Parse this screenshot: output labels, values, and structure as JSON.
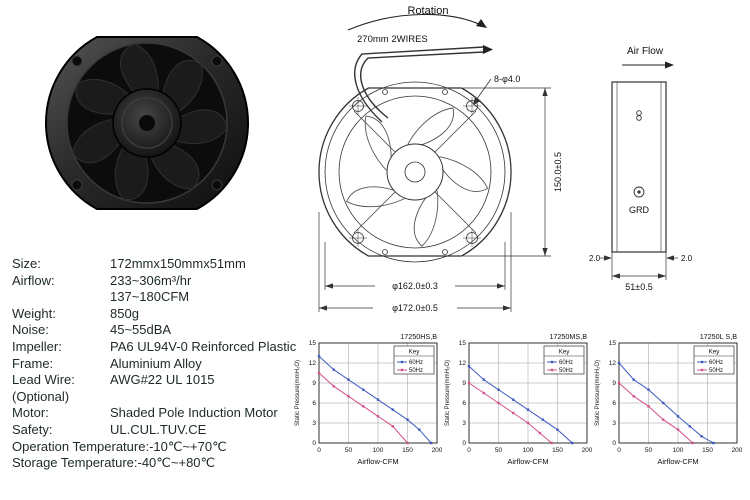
{
  "drawing_front": {
    "rotation_label": "Rotation",
    "wires_label": "270mm  2WIRES",
    "holes_label": "8-φ4.0",
    "height_dim": "150.0±0.5",
    "inner_dia": "φ162.0±0.3",
    "outer_dia": "φ172.0±0.5"
  },
  "drawing_side": {
    "airflow_label": "Air Flow",
    "grd_label": "GRD",
    "left_flange_dim": "2.0",
    "right_flange_dim": "2.0",
    "depth_dim": "51±0.5"
  },
  "specs": {
    "rows": [
      {
        "label": "Size:",
        "value": "172mmx150mmx51mm"
      },
      {
        "label": "Airflow:",
        "value": "233~306m³/hr"
      },
      {
        "label": "",
        "value": "137~180CFM"
      },
      {
        "label": "Weight:",
        "value": "850g"
      },
      {
        "label": "Noise:",
        "value": "45~55dBA"
      },
      {
        "label": "Impeller:",
        "value": "PA6 UL94V-0 Reinforced Plastic"
      },
      {
        "label": "Frame:",
        "value": "Aluminium Alloy"
      },
      {
        "label": "Lead Wire:",
        "value": "AWG#22 UL 1015"
      },
      {
        "label": "(Optional)",
        "value": ""
      },
      {
        "label": "Motor:",
        "value": "Shaded Pole Induction Motor"
      },
      {
        "label": "Safety:",
        "value": "UL.CUL.TUV.CE"
      },
      {
        "label": "Operation Temperature:",
        "value": "-10℃~+70℃"
      },
      {
        "label": "Storage Temperature:",
        "value": "-40℃~+80℃"
      }
    ]
  },
  "chart_axes": {
    "xlim": [
      0,
      200
    ],
    "ylim": [
      0,
      15
    ],
    "xticks": [
      0,
      50,
      100,
      150,
      200
    ],
    "yticks": [
      0,
      3,
      6,
      9,
      12,
      15
    ],
    "xlabel": "Airflow-CFM",
    "ylabel": "Static Pressure(mmH₂O)",
    "legend_title": "Key",
    "grid_on": true,
    "grid_color": "#9a9a9a",
    "legend_position": "top-right"
  },
  "chart_data": [
    {
      "type": "line",
      "title": "17250HS,B",
      "series": [
        {
          "name": "60Hz",
          "color": "#3f5bbf",
          "points": [
            [
              0,
              13
            ],
            [
              25,
              11
            ],
            [
              50,
              9.5
            ],
            [
              75,
              8
            ],
            [
              100,
              6.5
            ],
            [
              125,
              5
            ],
            [
              150,
              3.5
            ],
            [
              170,
              2
            ],
            [
              190,
              0
            ]
          ]
        },
        {
          "name": "50Hz",
          "color": "#d2518e",
          "points": [
            [
              0,
              10.5
            ],
            [
              25,
              8.5
            ],
            [
              50,
              7
            ],
            [
              75,
              5.5
            ],
            [
              100,
              4
            ],
            [
              125,
              2.5
            ],
            [
              150,
              0
            ]
          ]
        }
      ]
    },
    {
      "type": "line",
      "title": "17250MS,B",
      "series": [
        {
          "name": "60Hz",
          "color": "#3f5bbf",
          "points": [
            [
              0,
              11.5
            ],
            [
              25,
              9.5
            ],
            [
              50,
              8
            ],
            [
              75,
              6.5
            ],
            [
              100,
              5
            ],
            [
              125,
              3.5
            ],
            [
              150,
              2
            ],
            [
              175,
              0
            ]
          ]
        },
        {
          "name": "50Hz",
          "color": "#d2518e",
          "points": [
            [
              0,
              9
            ],
            [
              25,
              7.5
            ],
            [
              50,
              6
            ],
            [
              75,
              4.5
            ],
            [
              100,
              3
            ],
            [
              120,
              1.5
            ],
            [
              140,
              0
            ]
          ]
        }
      ]
    },
    {
      "type": "line",
      "title": "17250L S,B",
      "series": [
        {
          "name": "60Hz",
          "color": "#3f5bbf",
          "points": [
            [
              0,
              12
            ],
            [
              25,
              9.5
            ],
            [
              50,
              8
            ],
            [
              75,
              6
            ],
            [
              100,
              4
            ],
            [
              120,
              2.5
            ],
            [
              140,
              1
            ],
            [
              160,
              0
            ]
          ]
        },
        {
          "name": "50Hz",
          "color": "#d2518e",
          "points": [
            [
              0,
              9
            ],
            [
              25,
              7
            ],
            [
              50,
              5.5
            ],
            [
              75,
              3.5
            ],
            [
              100,
              2
            ],
            [
              125,
              0
            ]
          ]
        }
      ]
    }
  ]
}
